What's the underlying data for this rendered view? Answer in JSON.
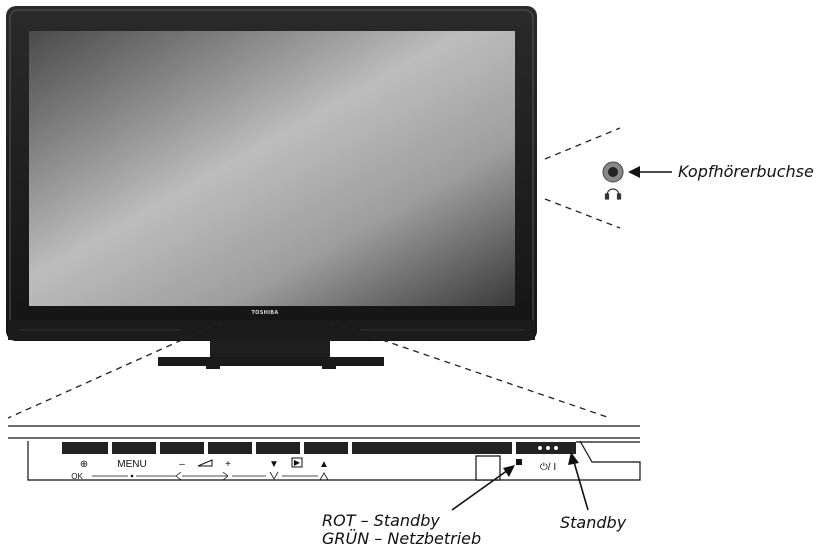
{
  "tv": {
    "brand": "TOSHIBA"
  },
  "labels": {
    "headphone_jack": "Kopfhörerbuchse",
    "led_red": "ROT – Standby",
    "led_green": "GRÜN – Netzbetrieb",
    "standby": "Standby"
  },
  "buttons": {
    "input": "⊕",
    "input_ok": "OK",
    "menu": "MENU",
    "vol_minus": "–",
    "vol_plus": "+",
    "ch_down": "▼",
    "play": "▶",
    "ch_up": "▲",
    "power": "⏻/ I"
  }
}
